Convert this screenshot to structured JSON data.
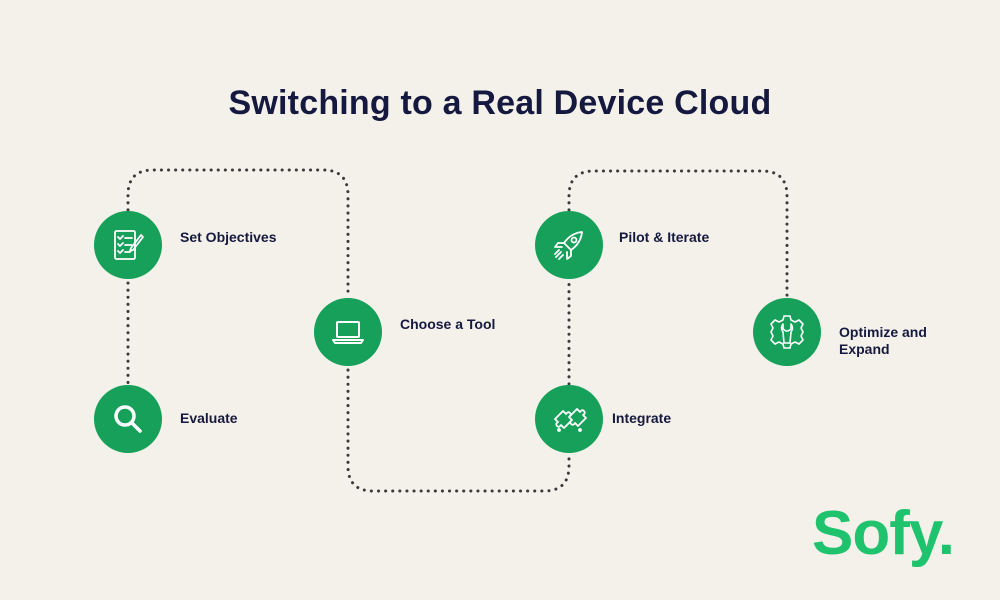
{
  "title": "Switching to a Real Device Cloud",
  "steps": [
    {
      "label": "Set Objectives",
      "icon": "checklist-icon"
    },
    {
      "label": "Evaluate",
      "icon": "magnifier-icon"
    },
    {
      "label": "Choose a Tool",
      "icon": "laptop-icon"
    },
    {
      "label": "Integrate",
      "icon": "puzzle-icon"
    },
    {
      "label": "Pilot & Iterate",
      "icon": "rocket-icon"
    },
    {
      "label": "Optimize and Expand",
      "icon": "gear-wrench-icon"
    }
  ],
  "logo": "Sofy.",
  "colors": {
    "background": "#f4f1ea",
    "node": "#16a05a",
    "text": "#16193f",
    "logo": "#1fc26d",
    "dots": "#3a3a3a"
  }
}
